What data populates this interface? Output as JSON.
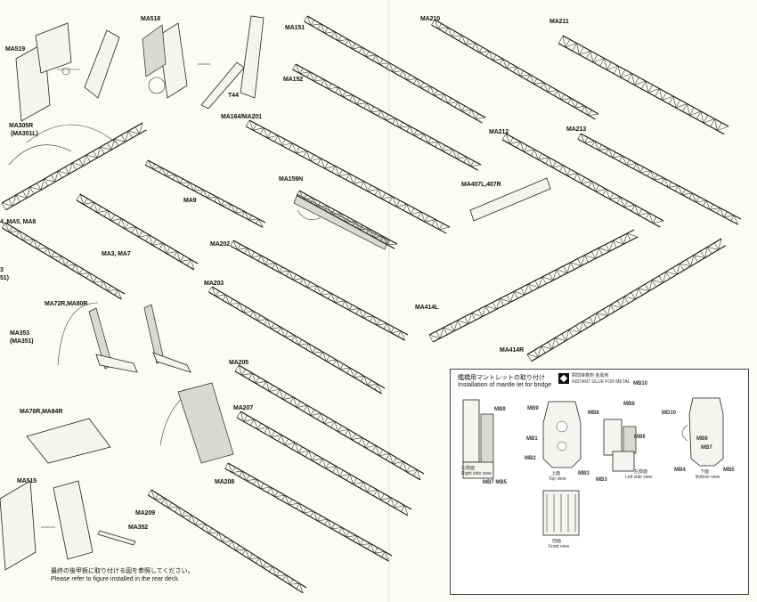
{
  "parts": {
    "ma519": "MA519",
    "ma518": "MA518",
    "t44": "T44",
    "ma151": "MA151",
    "ma152": "MA152",
    "ma210": "MA210",
    "ma211": "MA211",
    "ma305r": "MA305R",
    "ma351l": "(MA351L)",
    "ma164": "MA164/MA201",
    "ma212": "MA212",
    "ma213": "MA213",
    "ma159n": "MA159N",
    "ma407": "MA407L,407R",
    "ma9": "MA9",
    "ma4": "4, MA5, MA8",
    "ma3": "MA3, MA7",
    "ma202": "MA202",
    "ma203": "MA203",
    "ma414l": "MA414L",
    "ma414r": "MA414R",
    "ma72r": "MA72R,MA80R",
    "ma353": "MA353",
    "ma351": "(MA351)",
    "left3": "3",
    "left51": "51)",
    "ma205": "MA205",
    "ma76r": "MA76R,MA84R",
    "ma207": "MA207",
    "ma208": "MA208",
    "ma515": "MA515",
    "ma209": "MA209",
    "ma352": "MA352"
  },
  "footer_note": {
    "jp": "最終の後甲板に取り付ける図を参照してください。",
    "en": "Please refer to figure installed in the rear deck."
  },
  "inset": {
    "title_jp": "艦橋用マントレットの取り付け",
    "title_en": "Installation of mantle let for bridge",
    "glue_jp": "瞬間接着剤  金属用",
    "glue_en": "INSTANT GLUE FOR METAL",
    "labels": {
      "mb10": "MB10",
      "mb9a": "MB9",
      "mb9b": "MB9",
      "mb8a": "MB8",
      "mb8b": "MB8",
      "md10": "MD10",
      "mb1": "MB1",
      "mb2": "MB2",
      "mb3a": "MB3",
      "mb3b": "MB3",
      "mb6a": "MB6",
      "mb6b": "MB6",
      "mb7": "MB7",
      "mb4": "MB4",
      "mb5": "MB5",
      "mb7mb5": "MB7 MB5"
    },
    "views": {
      "right_jp": "右側面",
      "right_en": "Right side view",
      "top_jp": "上面",
      "top_en": "Top view",
      "left_jp": "左側面",
      "left_en": "Left side view",
      "bottom_jp": "下面",
      "bottom_en": "Bottom view",
      "front_jp": "前面",
      "front_en": "Front view"
    }
  }
}
